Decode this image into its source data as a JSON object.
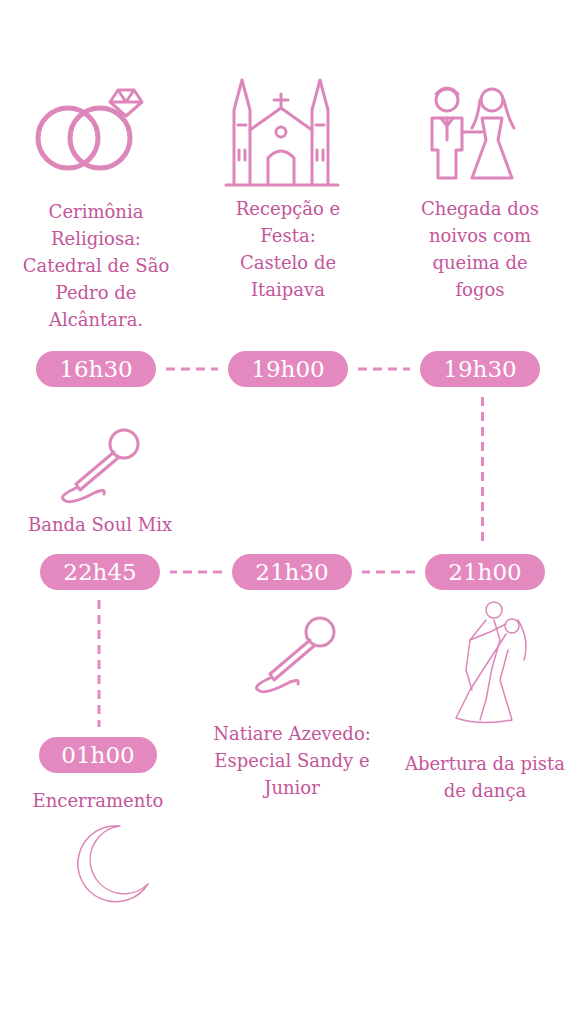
{
  "diagram": {
    "nodes": [
      {
        "text": [
          "16h30",
          "Cerimônia Religiosa: Catedral de São Pedro de Alcântara."
        ]
      },
      {
        "text": [
          "19h00",
          "Recepção e Festa: Castelo de Itaipava"
        ]
      },
      {
        "text": [
          "19h30",
          "Chegada dos noivos com queima de fogos"
        ]
      },
      {
        "text": [
          "21h00",
          "Abertura da pista de dança"
        ]
      },
      {
        "text": [
          "21h30",
          "Natiare Azevedo: Especial Sandy e Junior"
        ]
      },
      {
        "text": [
          "22h45",
          "Banda Soul Mix"
        ]
      },
      {
        "text": [
          "01h00",
          "Encerramento"
        ]
      }
    ],
    "edges": [
      {
        "from": 0,
        "to": 1,
        "arrow": "none"
      },
      {
        "from": 1,
        "to": 2,
        "arrow": "none"
      },
      {
        "from": 2,
        "to": 3,
        "arrow": "none"
      },
      {
        "from": 3,
        "to": 4,
        "arrow": "none"
      },
      {
        "from": 4,
        "to": 5,
        "arrow": "none"
      },
      {
        "from": 5,
        "to": 6,
        "arrow": "none"
      }
    ]
  }
}
